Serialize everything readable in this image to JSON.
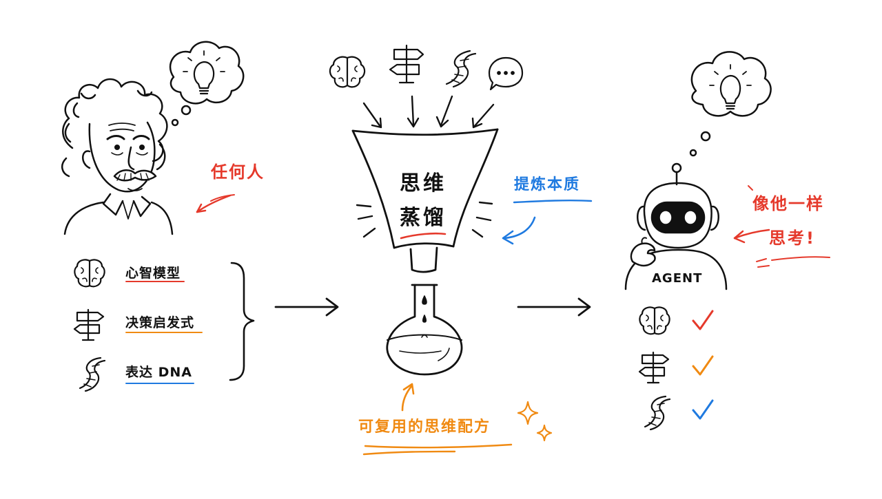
{
  "colors": {
    "ink": "#111111",
    "red": "#e5392b",
    "orange": "#f08a12",
    "blue": "#1f7ae0"
  },
  "left": {
    "caption": "任何人",
    "items": [
      {
        "label": "心智模型",
        "icon": "brain-icon",
        "underline": "red"
      },
      {
        "label": "决策启发式",
        "icon": "signpost-icon",
        "underline": "orange"
      },
      {
        "label": "表达 DNA",
        "icon": "dna-icon",
        "underline": "blue"
      }
    ]
  },
  "center": {
    "funnel_text_line1": "思维",
    "funnel_text_line2": "蒸馏",
    "side_note": "提炼本质",
    "inputs": [
      "brain-icon",
      "signpost-icon",
      "dna-icon",
      "chat-bubble-icon"
    ],
    "output_caption": "可复用的思维配方"
  },
  "right": {
    "caption_line1": "像他一样",
    "caption_line2": "思考!",
    "robot_label": "AGENT",
    "checks": [
      {
        "icon": "brain-icon",
        "check": "red"
      },
      {
        "icon": "signpost-icon",
        "check": "orange"
      },
      {
        "icon": "dna-icon",
        "check": "blue"
      }
    ]
  }
}
